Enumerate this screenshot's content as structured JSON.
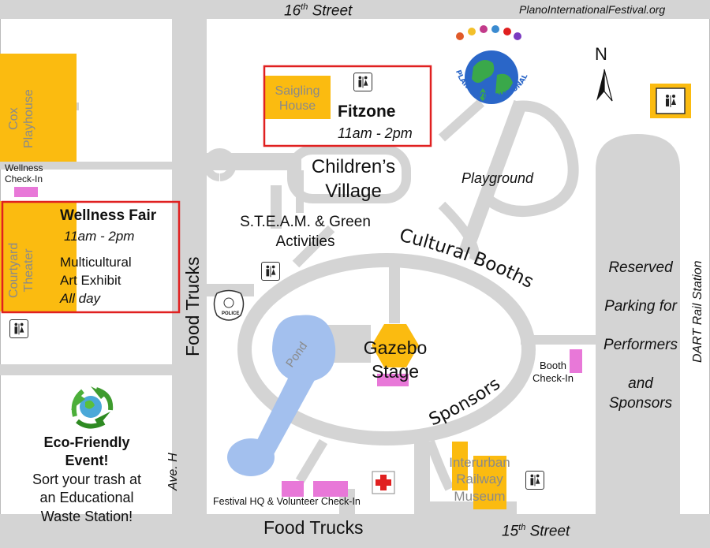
{
  "map": {
    "website": "PlanoInternationalFestival.org",
    "streets": {
      "north": "16",
      "north_suffix": "th",
      "north_word": "Street",
      "south": "15",
      "south_suffix": "th",
      "south_word": "Street",
      "west_avenue": "Ave. H",
      "east_rail": "DART Rail Station"
    },
    "north_arrow_label": "N",
    "buildings": {
      "cox_playhouse_line1": "Cox",
      "cox_playhouse_line2": "Playhouse",
      "courtyard_theater_line1": "Courtyard",
      "courtyard_theater_line2": "Theater",
      "saigling_house_line1": "Saigling",
      "saigling_house_line2": "House",
      "interurban_line1": "Interurban",
      "interurban_line2": "Railway",
      "interurban_line3": "Museum"
    },
    "fitzone": {
      "title": "Fitzone",
      "time": "11am - 2pm"
    },
    "wellness_fair": {
      "title": "Wellness Fair",
      "time": "11am - 2pm",
      "exhibit_line1": "Multicultural",
      "exhibit_line2": "Art Exhibit",
      "exhibit_time": "All day"
    },
    "wellness_checkin_line1": "Wellness",
    "wellness_checkin_line2": "Check-In",
    "childrens_village_line1": "Children’s",
    "childrens_village_line2": "Village",
    "steam_line1": "S.T.E.A.M. & Green",
    "steam_line2": "Activities",
    "playground": "Playground",
    "cultural_booths": "Cultural Booths",
    "food_trucks_west": "Food Trucks",
    "food_trucks_south": "Food Trucks",
    "police_label": "POLICE",
    "pond": "Pond",
    "gazebo_line1": "Gazebo",
    "gazebo_line2": "Stage",
    "sponsors": "Sponsors",
    "booth_checkin_line1": "Booth",
    "booth_checkin_line2": "Check-In",
    "reserved_parking": [
      "Reserved",
      "Parking for",
      "Performers",
      "and",
      "Sponsors"
    ],
    "festival_hq": "Festival HQ & Volunteer Check-In",
    "eco_line1": "Eco-Friendly",
    "eco_line2": "Event!",
    "eco_line3": "Sort your trash at",
    "eco_line4": "an Educational",
    "eco_line5": "Waste Station!",
    "logo_text": "PLANO INTERNATIONAL FESTIVAL",
    "colors": {
      "road": "#d4d4d4",
      "building": "#fbbb10",
      "checkin": "#e878d8",
      "pond": "#a3c0ee",
      "highlight_box": "#e02020",
      "aid_cross": "#e02020"
    },
    "icons": [
      "restroom-icon",
      "police-badge-icon",
      "first-aid-icon",
      "recycle-icon",
      "north-arrow-icon",
      "festival-logo"
    ]
  }
}
